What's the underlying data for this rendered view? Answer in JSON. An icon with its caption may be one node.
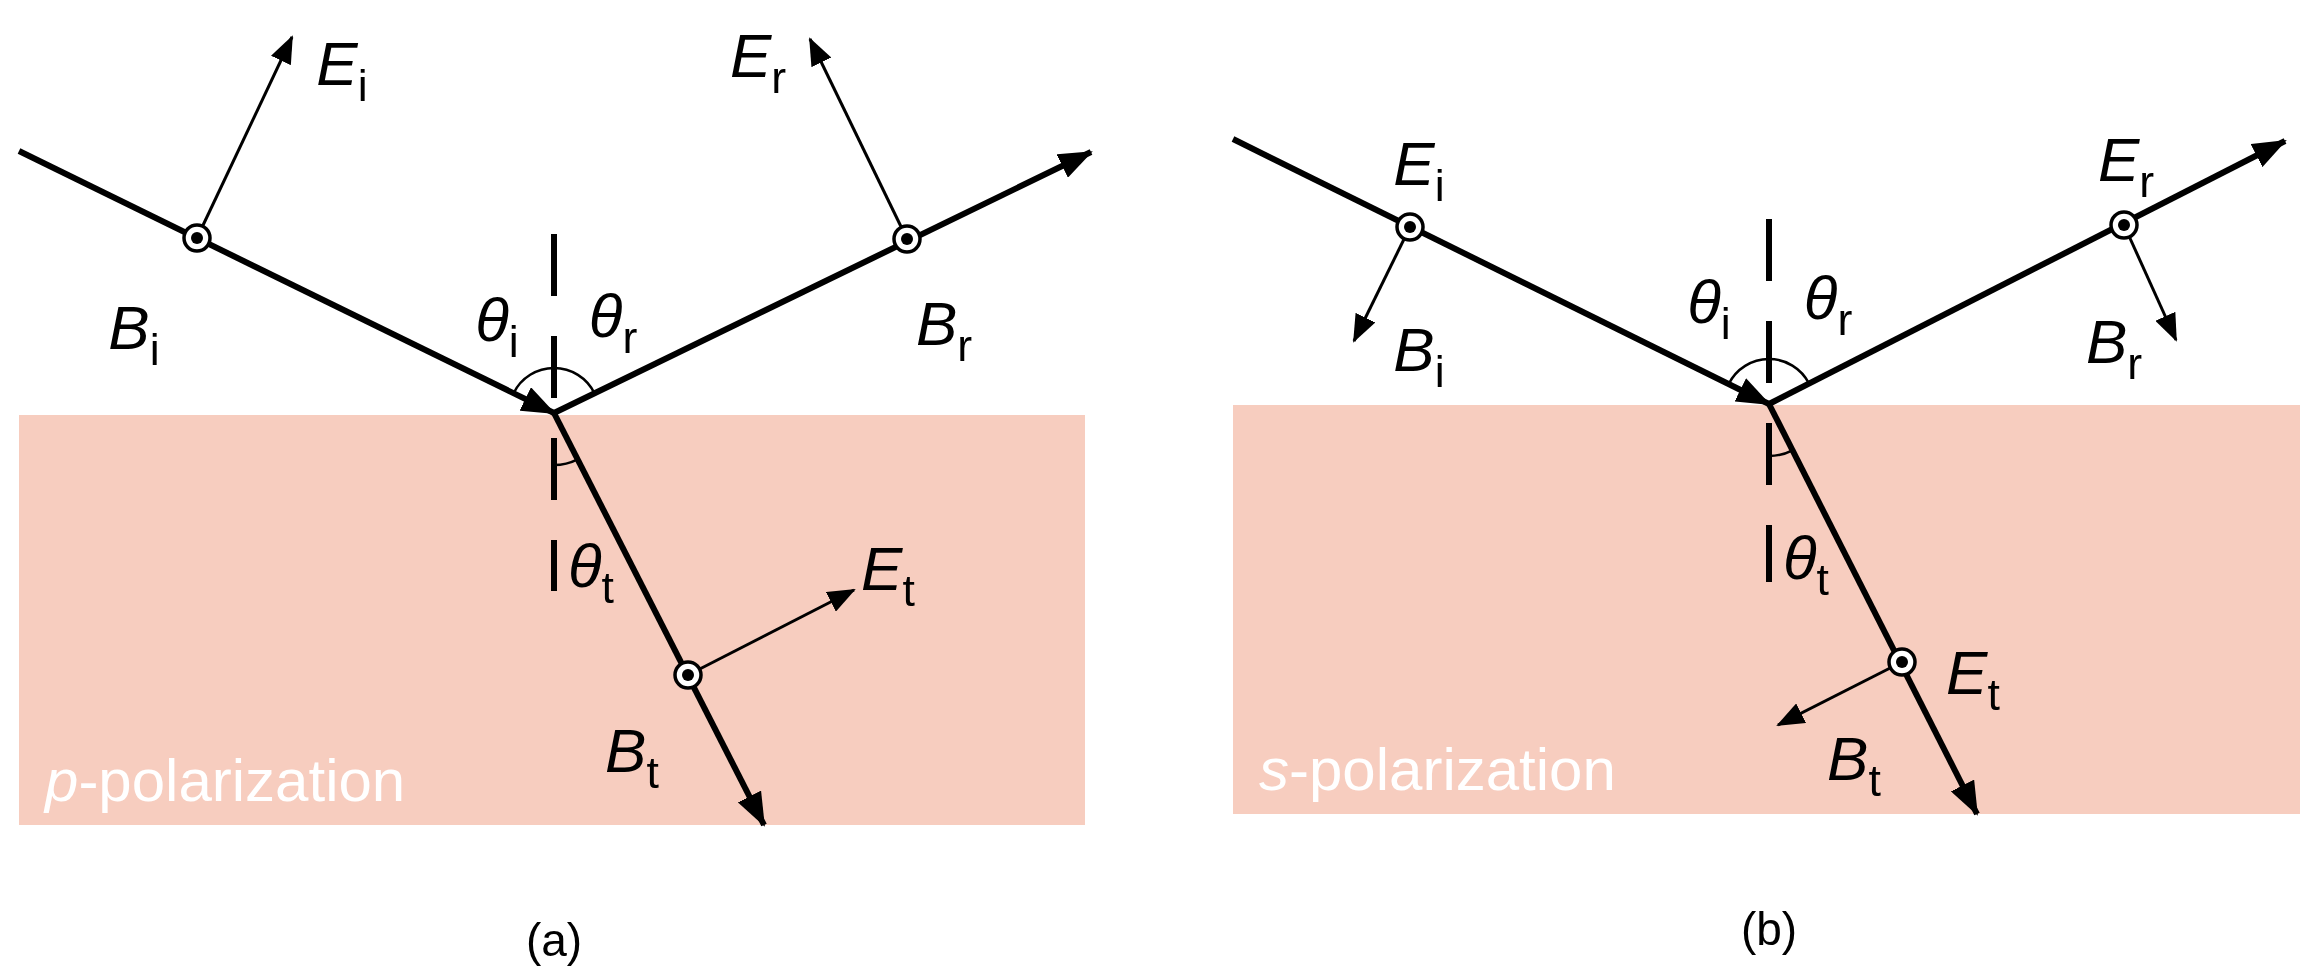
{
  "diagram": {
    "nodes": [
      {
        "text": [
          "*p*-polarization"
        ]
      },
      {
        "text": [
          "*s*-polarization"
        ]
      }
    ],
    "labels": [
      "*E*$_{i}$",
      "*E*$_{r}$",
      "*B*$_{i}$",
      "*θ*$_{i}$",
      "*θ*$_{r}$",
      "*B*$_{r}$",
      "*θ*$_{t}$",
      "*E*$_{t}$",
      "*B*$_{t}$",
      "*E*$_{i}$",
      "*E*$_{r}$",
      "*θ*$_{i}$",
      "*θ*$_{r}$",
      "*B*$_{i}$",
      "*B*$_{r}$",
      "*θ*$_{t}$",
      "*E*$_{t}$",
      "*B*$_{t}$",
      "(a)",
      "(b)"
    ]
  }
}
